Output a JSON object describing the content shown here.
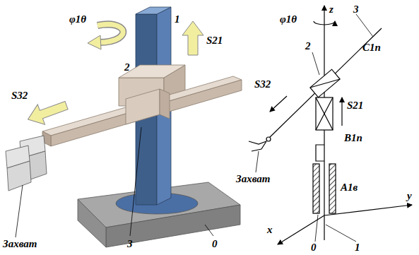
{
  "diagram": {
    "labels": [
      "1",
      "φ1θ",
      "S21",
      "2",
      "S32",
      "Захват",
      "3",
      "0",
      "z",
      "3",
      "φ1θ",
      "C1п",
      "2",
      "S32",
      "S21",
      "B1п",
      "Захват",
      "A1в",
      "y",
      "x",
      "0",
      "1"
    ]
  }
}
